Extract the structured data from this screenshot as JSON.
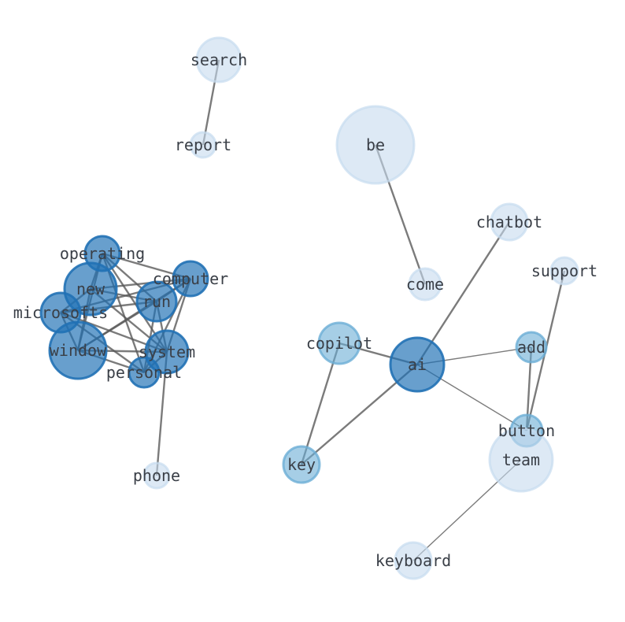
{
  "graph": {
    "colors": {
      "light": "#c6dbef",
      "mid": "#6baed6",
      "dark": "#2171b5",
      "edge": "#5a5a5a",
      "label": "#3a3f47"
    },
    "nodes": [
      {
        "id": "search",
        "label": "search",
        "tone": "light"
      },
      {
        "id": "report",
        "label": "report",
        "tone": "light"
      },
      {
        "id": "be",
        "label": "be",
        "tone": "light"
      },
      {
        "id": "chatbot",
        "label": "chatbot",
        "tone": "light"
      },
      {
        "id": "come",
        "label": "come",
        "tone": "light"
      },
      {
        "id": "support",
        "label": "support",
        "tone": "light"
      },
      {
        "id": "operating",
        "label": "operating",
        "tone": "dark"
      },
      {
        "id": "computer",
        "label": "computer",
        "tone": "dark"
      },
      {
        "id": "new",
        "label": "new",
        "tone": "dark"
      },
      {
        "id": "run",
        "label": "run",
        "tone": "dark"
      },
      {
        "id": "microsofts",
        "label": "microsofts",
        "tone": "dark"
      },
      {
        "id": "window",
        "label": "window",
        "tone": "dark"
      },
      {
        "id": "system",
        "label": "system",
        "tone": "dark"
      },
      {
        "id": "personal",
        "label": "personal",
        "tone": "dark"
      },
      {
        "id": "copilot",
        "label": "copilot",
        "tone": "mid"
      },
      {
        "id": "ai",
        "label": "ai",
        "tone": "dark"
      },
      {
        "id": "add",
        "label": "add",
        "tone": "mid"
      },
      {
        "id": "button",
        "label": "button",
        "tone": "mid"
      },
      {
        "id": "team",
        "label": "team",
        "tone": "light"
      },
      {
        "id": "key",
        "label": "key",
        "tone": "mid"
      },
      {
        "id": "phone",
        "label": "phone",
        "tone": "light"
      },
      {
        "id": "keyboard",
        "label": "keyboard",
        "tone": "light"
      }
    ],
    "edges": [
      [
        "search",
        "report"
      ],
      [
        "be",
        "come"
      ],
      [
        "chatbot",
        "ai"
      ],
      [
        "support",
        "button"
      ],
      [
        "ai",
        "copilot"
      ],
      [
        "ai",
        "add"
      ],
      [
        "ai",
        "button"
      ],
      [
        "ai",
        "key"
      ],
      [
        "copilot",
        "key"
      ],
      [
        "add",
        "button"
      ],
      [
        "team",
        "keyboard"
      ],
      [
        "system",
        "phone"
      ],
      [
        "operating",
        "computer"
      ],
      [
        "operating",
        "new"
      ],
      [
        "operating",
        "run"
      ],
      [
        "operating",
        "window"
      ],
      [
        "operating",
        "system"
      ],
      [
        "operating",
        "personal"
      ],
      [
        "computer",
        "new"
      ],
      [
        "computer",
        "run"
      ],
      [
        "computer",
        "window"
      ],
      [
        "computer",
        "system"
      ],
      [
        "computer",
        "personal"
      ],
      [
        "computer",
        "microsofts"
      ],
      [
        "new",
        "run"
      ],
      [
        "new",
        "window"
      ],
      [
        "new",
        "system"
      ],
      [
        "new",
        "microsofts"
      ],
      [
        "run",
        "window"
      ],
      [
        "run",
        "system"
      ],
      [
        "run",
        "personal"
      ],
      [
        "run",
        "microsofts"
      ],
      [
        "microsofts",
        "window"
      ],
      [
        "microsofts",
        "system"
      ],
      [
        "microsofts",
        "personal"
      ],
      [
        "window",
        "system"
      ],
      [
        "window",
        "personal"
      ],
      [
        "system",
        "personal"
      ]
    ]
  }
}
